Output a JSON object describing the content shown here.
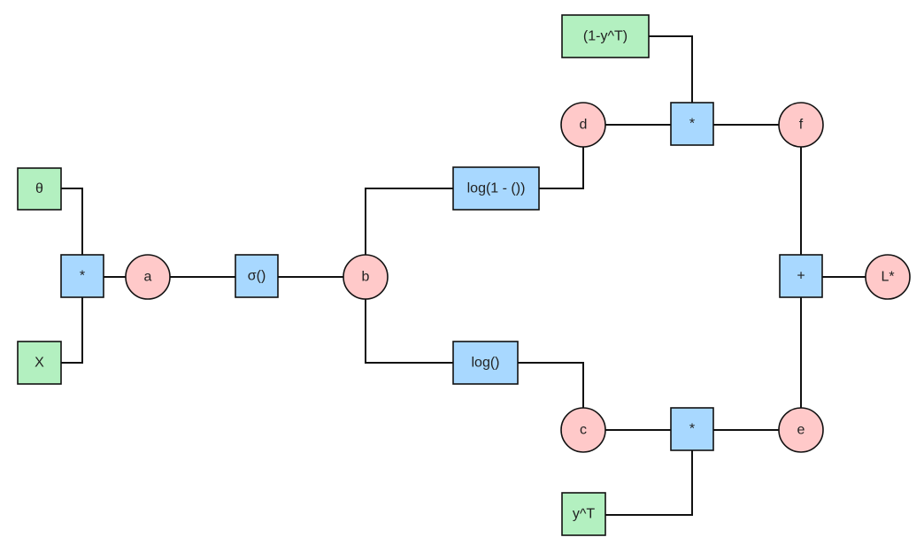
{
  "colors": {
    "input_fill": "#b3f0c0",
    "operator_fill": "#a8d8ff",
    "variable_fill": "#ffc9c9",
    "stroke": "#111111"
  },
  "nodes": {
    "theta": {
      "label": "θ",
      "kind": "input"
    },
    "x": {
      "label": "X",
      "kind": "input"
    },
    "mul1": {
      "label": "*",
      "kind": "operator"
    },
    "a": {
      "label": "a",
      "kind": "variable"
    },
    "sigma": {
      "label": "σ()",
      "kind": "operator"
    },
    "b": {
      "label": "b",
      "kind": "variable"
    },
    "log1m": {
      "label": "log(1 - ())",
      "kind": "operator"
    },
    "log": {
      "label": "log()",
      "kind": "operator"
    },
    "d": {
      "label": "d",
      "kind": "variable"
    },
    "c": {
      "label": "c",
      "kind": "variable"
    },
    "one_minus_yt": {
      "label": "(1-y^T)",
      "kind": "input"
    },
    "yt": {
      "label": "y^T",
      "kind": "input"
    },
    "mul_top": {
      "label": "*",
      "kind": "operator"
    },
    "mul_bot": {
      "label": "*",
      "kind": "operator"
    },
    "f": {
      "label": "f",
      "kind": "variable"
    },
    "e": {
      "label": "e",
      "kind": "variable"
    },
    "plus": {
      "label": "+",
      "kind": "operator"
    },
    "loss": {
      "label": "L*",
      "kind": "variable"
    }
  },
  "edges": [
    [
      "theta",
      "mul1"
    ],
    [
      "x",
      "mul1"
    ],
    [
      "mul1",
      "a"
    ],
    [
      "a",
      "sigma"
    ],
    [
      "sigma",
      "b"
    ],
    [
      "b",
      "log1m"
    ],
    [
      "b",
      "log"
    ],
    [
      "log1m",
      "d"
    ],
    [
      "log",
      "c"
    ],
    [
      "d",
      "mul_top"
    ],
    [
      "one_minus_yt",
      "mul_top"
    ],
    [
      "mul_top",
      "f"
    ],
    [
      "c",
      "mul_bot"
    ],
    [
      "yt",
      "mul_bot"
    ],
    [
      "mul_bot",
      "e"
    ],
    [
      "f",
      "plus"
    ],
    [
      "e",
      "plus"
    ],
    [
      "plus",
      "loss"
    ]
  ]
}
